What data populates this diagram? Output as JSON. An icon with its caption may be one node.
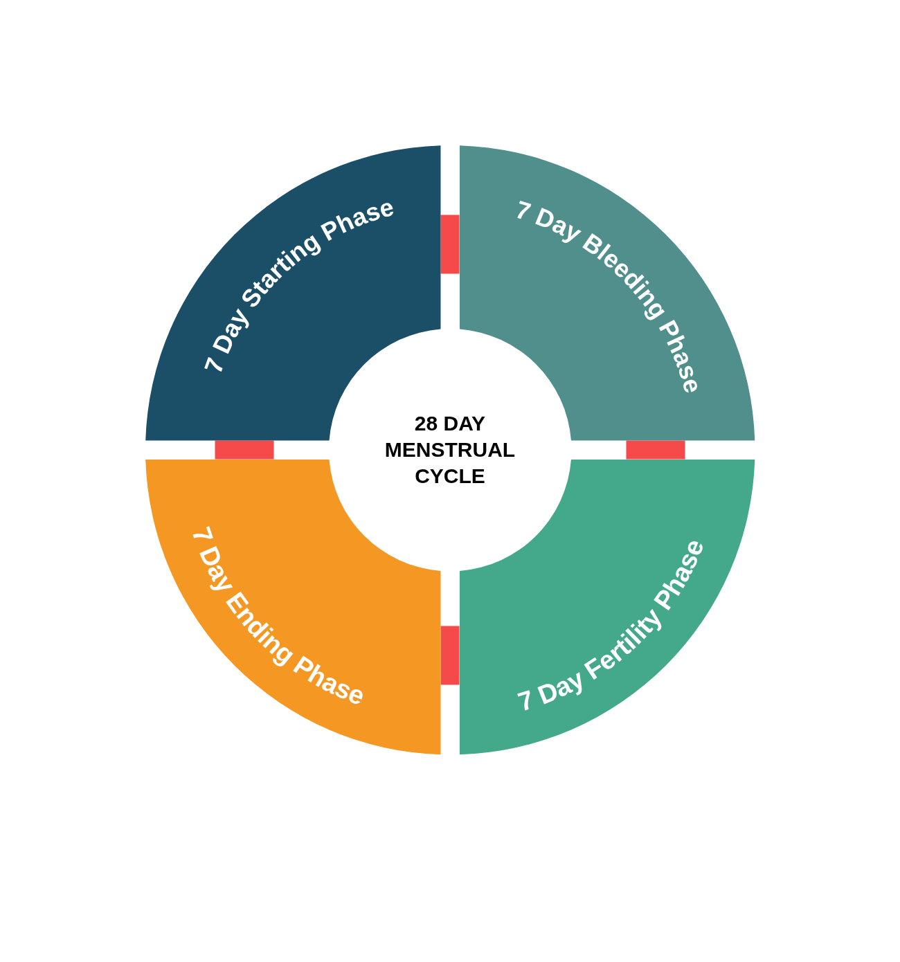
{
  "diagram": {
    "nodes": [
      {
        "text": [
          "7 Day Starting Phase"
        ]
      },
      {
        "text": [
          "7 Day Bleeding Phase"
        ]
      },
      {
        "text": [
          "28 DAY MENSTRUAL CYCLE"
        ]
      },
      {
        "text": [
          "7 Day Ending Phase"
        ]
      },
      {
        "text": [
          "7 Day Fertility Phase"
        ]
      }
    ],
    "edges": [
      {
        "from": 0,
        "to": 1,
        "arrow": "none"
      },
      {
        "from": 1,
        "to": 4,
        "arrow": "none"
      },
      {
        "from": 4,
        "to": 3,
        "arrow": "none"
      },
      {
        "from": 3,
        "to": 0,
        "arrow": "none"
      }
    ]
  }
}
